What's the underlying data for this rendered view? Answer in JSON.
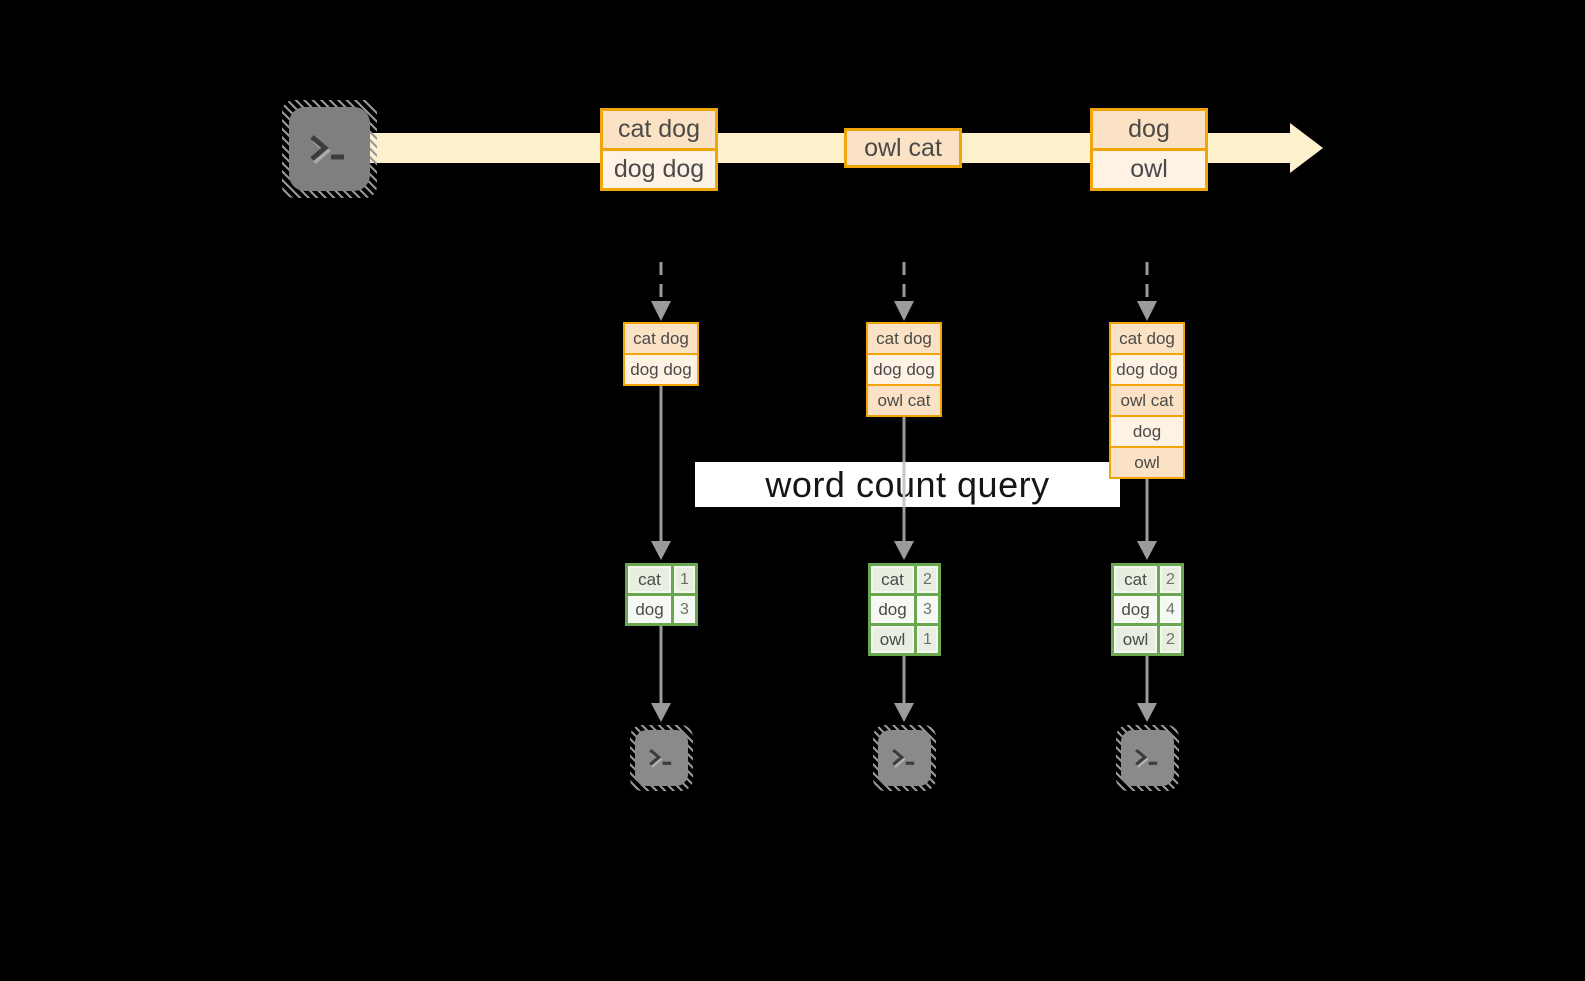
{
  "banner": {
    "label": "word count query"
  },
  "stream": {
    "source_icon": "terminal-icon",
    "batches": [
      {
        "lines": [
          "cat dog",
          "dog dog"
        ]
      },
      {
        "lines": [
          "owl cat"
        ]
      },
      {
        "lines": [
          "dog",
          "owl"
        ]
      }
    ]
  },
  "partitions": [
    {
      "buffer": [
        "cat dog",
        "dog dog"
      ],
      "counts": [
        {
          "word": "cat",
          "count": "1"
        },
        {
          "word": "dog",
          "count": "3"
        }
      ]
    },
    {
      "buffer": [
        "cat dog",
        "dog dog",
        "owl cat"
      ],
      "counts": [
        {
          "word": "cat",
          "count": "2"
        },
        {
          "word": "dog",
          "count": "3"
        },
        {
          "word": "owl",
          "count": "1"
        }
      ]
    },
    {
      "buffer": [
        "cat dog",
        "dog dog",
        "owl cat",
        "dog",
        "owl"
      ],
      "counts": [
        {
          "word": "cat",
          "count": "2"
        },
        {
          "word": "dog",
          "count": "4"
        },
        {
          "word": "owl",
          "count": "2"
        }
      ]
    }
  ],
  "colors": {
    "background": "#000000",
    "stream_band": "#fcf1cc",
    "box_border": "#f0a60a",
    "box_fill_dark": "#fbe2c4",
    "box_fill_light": "#fdf2e4",
    "table_border": "#6aa850",
    "table_fill_dark": "#e8efe1",
    "table_fill_light": "#f6f9f3",
    "arrow_gray": "#9b9b9b",
    "arrow_over_banner": "#c7c7c7",
    "banner_bg": "#ffffff",
    "banner_text": "#161616",
    "label_text": "#4a4a4a",
    "count_text": "#6f6f6f",
    "terminal_fill": "#7f7f7f",
    "terminal_fill_small": "#8a8a8a",
    "terminal_glyph": "#3d3d3d"
  }
}
